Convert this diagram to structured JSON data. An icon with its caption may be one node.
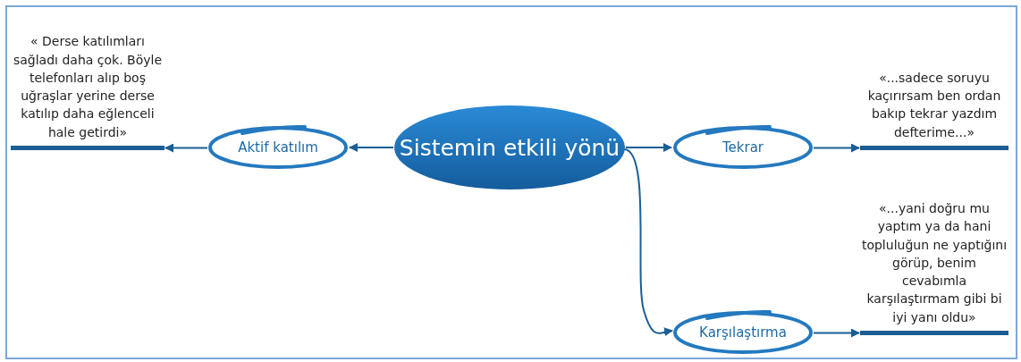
{
  "diagram": {
    "nodes": [
      {
        "text": [
          "« Derse katılımları sağladı daha çok. Böyle telefonları alıp boş uğraşlar yerine derse katılıp daha eğlenceli hale getirdi»"
        ]
      },
      {
        "text": [
          "Aktif katılım"
        ]
      },
      {
        "text": [
          "Sistemin etkili yönü"
        ]
      },
      {
        "text": [
          "Tekrar"
        ]
      },
      {
        "text": [
          "«...sadece soruyu kaçırırsam ben ordan bakıp tekrar yazdım defterime...»"
        ]
      },
      {
        "text": [
          "Karşılaştırma"
        ]
      },
      {
        "text": [
          "«...yani doğru mu yaptım ya da hani topluluğun ne yaptığını görüp, benim cevabımla karşılaştırmam gibi bi iyi yanı oldu»"
        ]
      }
    ],
    "edges": [
      {
        "from": 2,
        "to": 1,
        "arrow": "to"
      },
      {
        "from": 1,
        "to": 0,
        "arrow": "to"
      },
      {
        "from": 2,
        "to": 3,
        "arrow": "to"
      },
      {
        "from": 3,
        "to": 4,
        "arrow": "to"
      },
      {
        "from": 2,
        "to": 5,
        "arrow": "to"
      },
      {
        "from": 5,
        "to": 6,
        "arrow": "to"
      }
    ]
  }
}
